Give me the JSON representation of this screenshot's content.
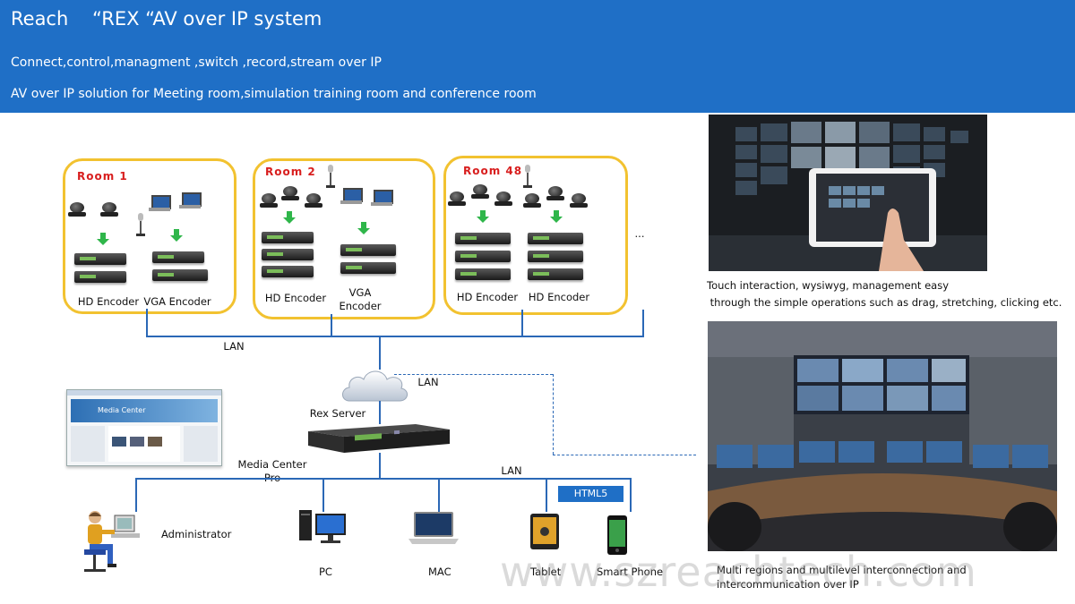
{
  "header": {
    "title": "Reach    “REX “AV over IP system",
    "line1": "Connect,control,managment ,switch ,record,stream over IP",
    "line2": "AV over IP solution for Meeting room,simulation training room and conference room"
  },
  "rooms": [
    {
      "name": "Room 1",
      "labels": [
        "HD Encoder",
        "VGA Encoder"
      ]
    },
    {
      "name": "Room 2",
      "labels": [
        "HD Encoder",
        "VGA\nEncoder"
      ]
    },
    {
      "name": "Room 48",
      "labels": [
        "HD Encoder",
        "HD Encoder"
      ]
    }
  ],
  "ellipsis": "...",
  "network": {
    "lan_top": "LAN",
    "lan_cloud": "LAN",
    "lan_bottom": "LAN",
    "server_label": "Rex Server",
    "media_center_label": "Media Center Pro",
    "media_center_screen": "Media Center",
    "html5": "HTML5"
  },
  "clients": {
    "administrator": "Administrator",
    "pc": "PC",
    "mac": "MAC",
    "tablet": "Tablet",
    "phone": "Smart Phone"
  },
  "captions": {
    "touch_line1": "Touch interaction, wysiwyg, management easy",
    "touch_line2": " through the simple operations such as drag, stretching, clicking etc.",
    "multi_line1": "Multi regions and multilevel interconnection and",
    "multi_line2": "intercommunication over IP"
  },
  "watermark": "www.szreachtech.com",
  "colors": {
    "header_bg": "#1f6fc6",
    "room_border": "#f2c230",
    "room_title": "#d81e1e",
    "arrow": "#2fb64a",
    "lan_line": "#2b68b6"
  }
}
